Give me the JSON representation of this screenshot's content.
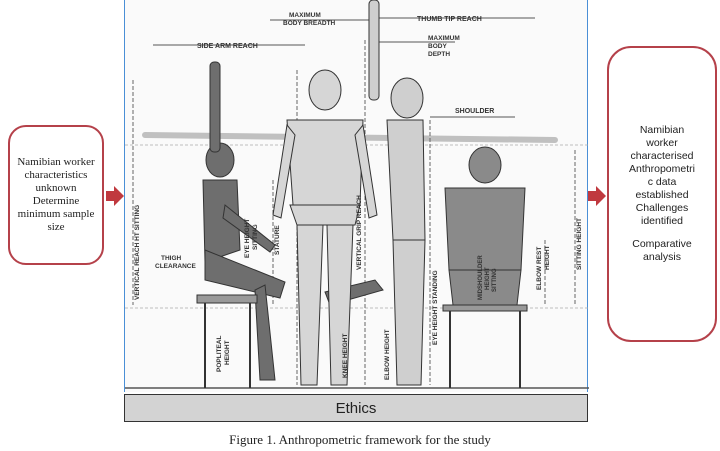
{
  "left_box": {
    "lines": [
      "Namibian worker",
      "characteristics",
      "unknown",
      "Determine",
      "minimum sample",
      "size"
    ]
  },
  "right_box": {
    "lines_top": [
      "Namibian",
      "worker",
      "characterised",
      "Anthropometri",
      "c data",
      "established",
      "Challenges",
      "identified"
    ],
    "lines_bottom": [
      "Comparative",
      "analysis"
    ]
  },
  "figure_labels": {
    "side_arm_reach": "SIDE ARM REACH",
    "maximum_body_breadth_1": "MAXIMUM",
    "maximum_body_breadth_2": "BODY BREADTH",
    "thumb_tip_reach": "THUMB TIP REACH",
    "maximum_body_depth_1": "MAXIMUM",
    "maximum_body_depth_2": "BODY",
    "maximum_body_depth_3": "DEPTH",
    "shoulder": "SHOULDER",
    "vertical_reach_sitting": "VERTICAL REACH HT SITTING",
    "thigh_clearance_1": "THIGH",
    "thigh_clearance_2": "CLEARANCE",
    "eye_height_sitting_1": "EYE HEIGHT",
    "eye_height_sitting_2": "SITTING",
    "stature": "STATURE",
    "vertical_grip_reach": "VERTICAL GRIP REACH",
    "knee_height": "KNEE HEIGHT",
    "elbow_height": "ELBOW HEIGHT",
    "popliteal_height_1": "POPLITEAL",
    "popliteal_height_2": "HEIGHT",
    "eye_height_standing": "EYE HEIGHT STANDING",
    "midshoulder_height_1": "MIDSHOULDER",
    "midshoulder_height_2": "HEIGHT",
    "midshoulder_height_3": "SITTING",
    "elbow_rest_height_1": "ELBOW REST",
    "elbow_rest_height_2": "HEIGHT",
    "sitting_height": "SITTING HEIGHT"
  },
  "ethics_label": "Ethics",
  "caption": "Figure 1. Anthropometric framework for the study",
  "colors": {
    "box_border": "#b5414a",
    "arrow": "#c0393f",
    "frame_border": "#4a8fd6",
    "ethics_fill": "#d3d3d3"
  }
}
